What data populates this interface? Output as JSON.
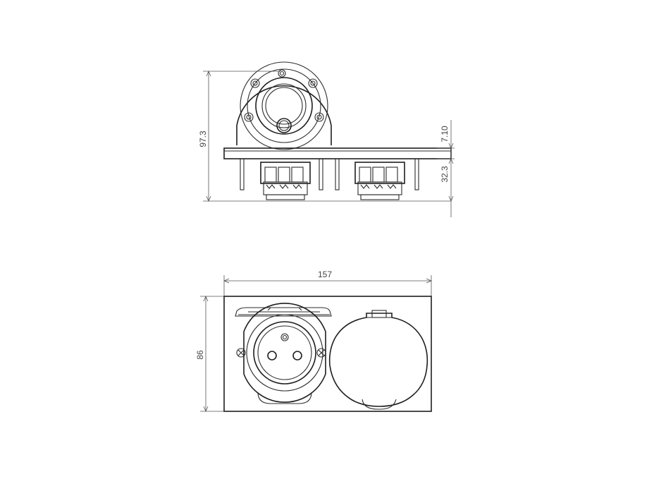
{
  "dimensions": {
    "overall_height_side": "97.3",
    "plate_thickness": "7.10",
    "rear_depth": "32.3",
    "overall_width": "157",
    "overall_height_front": "86"
  }
}
